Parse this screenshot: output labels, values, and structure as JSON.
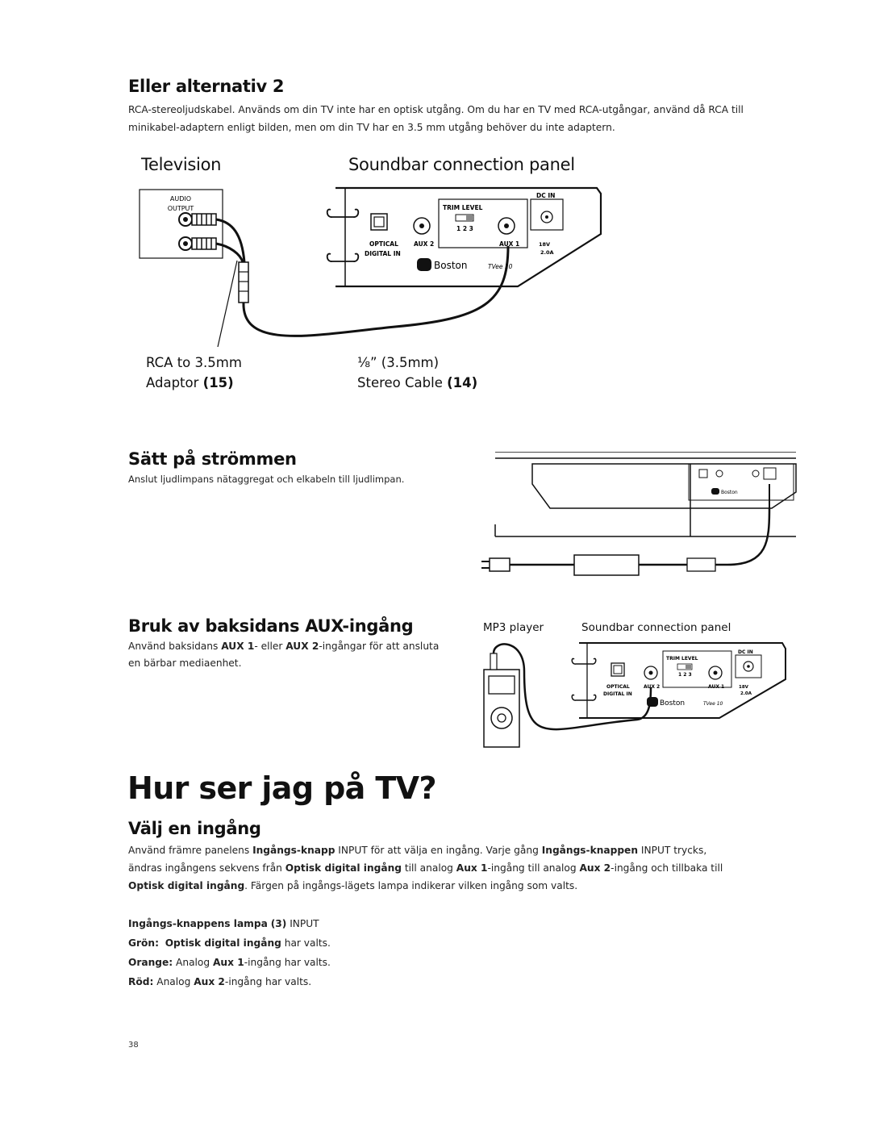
{
  "section_alt2": {
    "title": "Eller alternativ 2",
    "line1": "RCA-stereoljudskabel. Används om din TV inte har en optisk utgång. Om du har en TV med RCA-utgångar, använd då RCA till",
    "line2": "minikabel-adaptern enligt bilden, men om din TV har en 3.5 mm utgång behöver du inte adaptern."
  },
  "diagram1": {
    "tv_label": "Television",
    "panel_label": "Soundbar connection panel",
    "audio": "AUDIO",
    "output": "OUTPUT",
    "trim_level": "TRIM LEVEL",
    "trim_nums": "1 2 3",
    "dc_in": "DC IN",
    "optical": "OPTICAL",
    "digital_in": "DIGITAL IN",
    "aux2": "AUX 2",
    "aux1": "AUX 1",
    "volt": "18V",
    "amp": "2.0A",
    "brand": "Boston",
    "model": "TVee 10",
    "adaptor_line1": "RCA to 3.5mm",
    "adaptor_line2": "Adaptor",
    "adaptor_num": "(15)",
    "cable_line1": "⅛” (3.5mm)",
    "cable_line2": "Stereo Cable",
    "cable_num": "(14)"
  },
  "section_power": {
    "title": "Sätt på strömmen",
    "text": "Anslut ljudlimpans nätaggregat och elkabeln till ljudlimpan."
  },
  "section_aux": {
    "title": "Bruk av baksidans AUX-ingång",
    "t1": "Använd baksidans ",
    "b1": "AUX 1",
    "t2": "- eller ",
    "b2": "AUX 2",
    "t3": "-ingångar för att ansluta",
    "line2": "en bärbar mediaenhet.",
    "mp3_label": "MP3 player",
    "panel_label": "Soundbar connection panel"
  },
  "main_title": "Hur ser jag på TV?",
  "section_input": {
    "title": "Välj en ingång",
    "l1_t1": "Använd främre panelens ",
    "l1_b1": "Ingångs-knapp",
    "l1_input": " INPUT ",
    "l1_t2": " för att välja en ingång. Varje gång ",
    "l1_b2": "Ingångs-knappen",
    "l1_input2": " INPUT ",
    "l1_t3": " trycks,",
    "l2_t1": "ändras ingångens sekvens från ",
    "l2_b1": "Optisk digital ingång",
    "l2_t2": " till analog ",
    "l2_b2": "Aux 1",
    "l2_t3": "-ingång till analog ",
    "l2_b3": "Aux 2",
    "l2_t4": "-ingång och tillbaka till",
    "l3_b1": "Optisk digital ingång",
    "l3_t1": ". Färgen på ingångs-lägets lampa indikerar vilken ingång som valts.",
    "lamp_heading": "Ingångs-knappens lampa",
    "lamp_num": "(3)",
    "lamp_input": " INPUT",
    "green_label": "Grön:",
    "green_b": "Optisk digital ingång",
    "green_t": " har valts.",
    "orange_label": "Orange:",
    "orange_t1": " Analog ",
    "orange_b": "Aux 1",
    "orange_t2": "-ingång har valts.",
    "red_label": "Röd:",
    "red_t1": " Analog ",
    "red_b": "Aux 2",
    "red_t2": "-ingång har valts."
  },
  "page_number": "38"
}
